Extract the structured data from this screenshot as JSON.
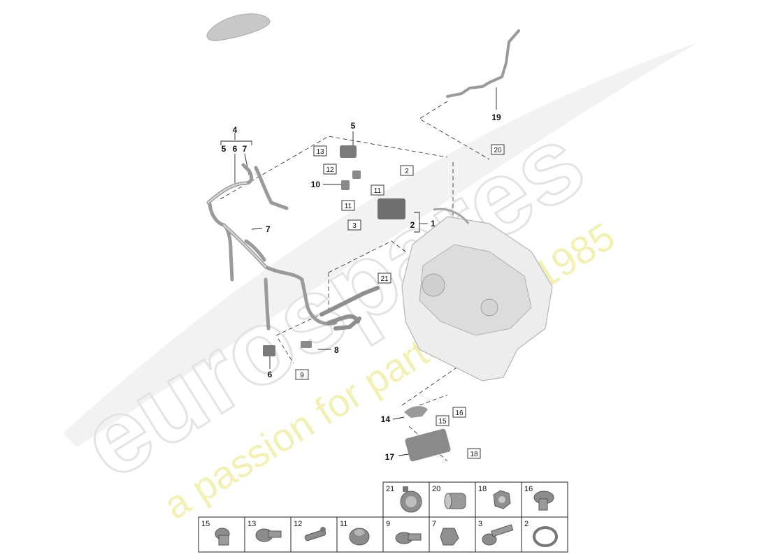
{
  "watermark": {
    "brand": "eurospares",
    "tagline": "a passion for parts since 1985",
    "brand_color": "#e6e6e6",
    "tagline_color": "#f0ec9a"
  },
  "callouts": {
    "c4": "4",
    "c5a": "5",
    "c6a": "6",
    "c7a": "7",
    "c5b": "5",
    "c7b": "7",
    "c10": "10",
    "c2": "2",
    "c1": "1",
    "c19": "19",
    "c8": "8",
    "c6b": "6",
    "c14": "14",
    "c17": "17"
  },
  "boxed_callouts": {
    "b13": "13",
    "b12": "12",
    "b11a": "11",
    "b11b": "11",
    "b2": "2",
    "b3": "3",
    "b20": "20",
    "b21": "21",
    "b9": "9",
    "b16": "16",
    "b15": "15",
    "b18": "18"
  },
  "parts_table": {
    "top_row": [
      "21",
      "20",
      "18",
      "16"
    ],
    "bottom_row": [
      "15",
      "13",
      "12",
      "11",
      "9",
      "7",
      "3",
      "2"
    ]
  }
}
